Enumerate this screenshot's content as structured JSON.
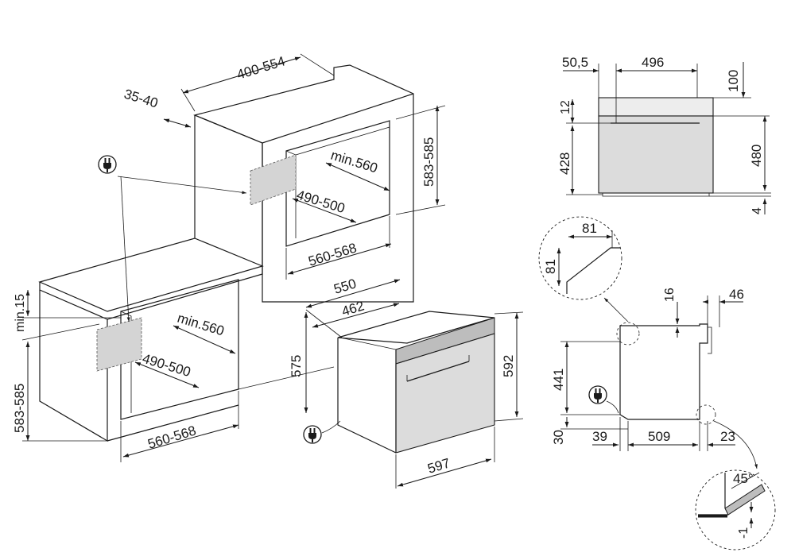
{
  "labels": {
    "cab_top_width": "400-554",
    "cab_top_depth": "35-40",
    "upper_min_depth": "min.560",
    "upper_depth_range": "490-500",
    "upper_width": "560-568",
    "upper_height": "583-585",
    "lower_min15": "min.15",
    "lower_min_depth": "min.560",
    "lower_depth_range": "490-500",
    "lower_width": "560-568",
    "lower_height": "583-585",
    "oven_depth_550": "550",
    "oven_depth_462": "462",
    "oven_height_575": "575",
    "oven_height_592": "592",
    "oven_width_597": "597",
    "front_505": "50,5",
    "front_496": "496",
    "front_100": "100",
    "front_12": "12",
    "front_428": "428",
    "front_480": "480",
    "front_4": "4",
    "detail_81_h": "81",
    "detail_81_v": "81",
    "side_16": "16",
    "side_46": "46",
    "side_441": "441",
    "side_30": "30",
    "side_39": "39",
    "side_509": "509",
    "side_23": "23",
    "detail_45": "45°",
    "detail_minus1": "-1"
  },
  "icons": [
    "plug-icon",
    "plug-icon",
    "plug-icon"
  ],
  "colors": {
    "line": "#1a1a1a",
    "panel": "#dcdcdc",
    "socket": "#d4d4d4"
  }
}
